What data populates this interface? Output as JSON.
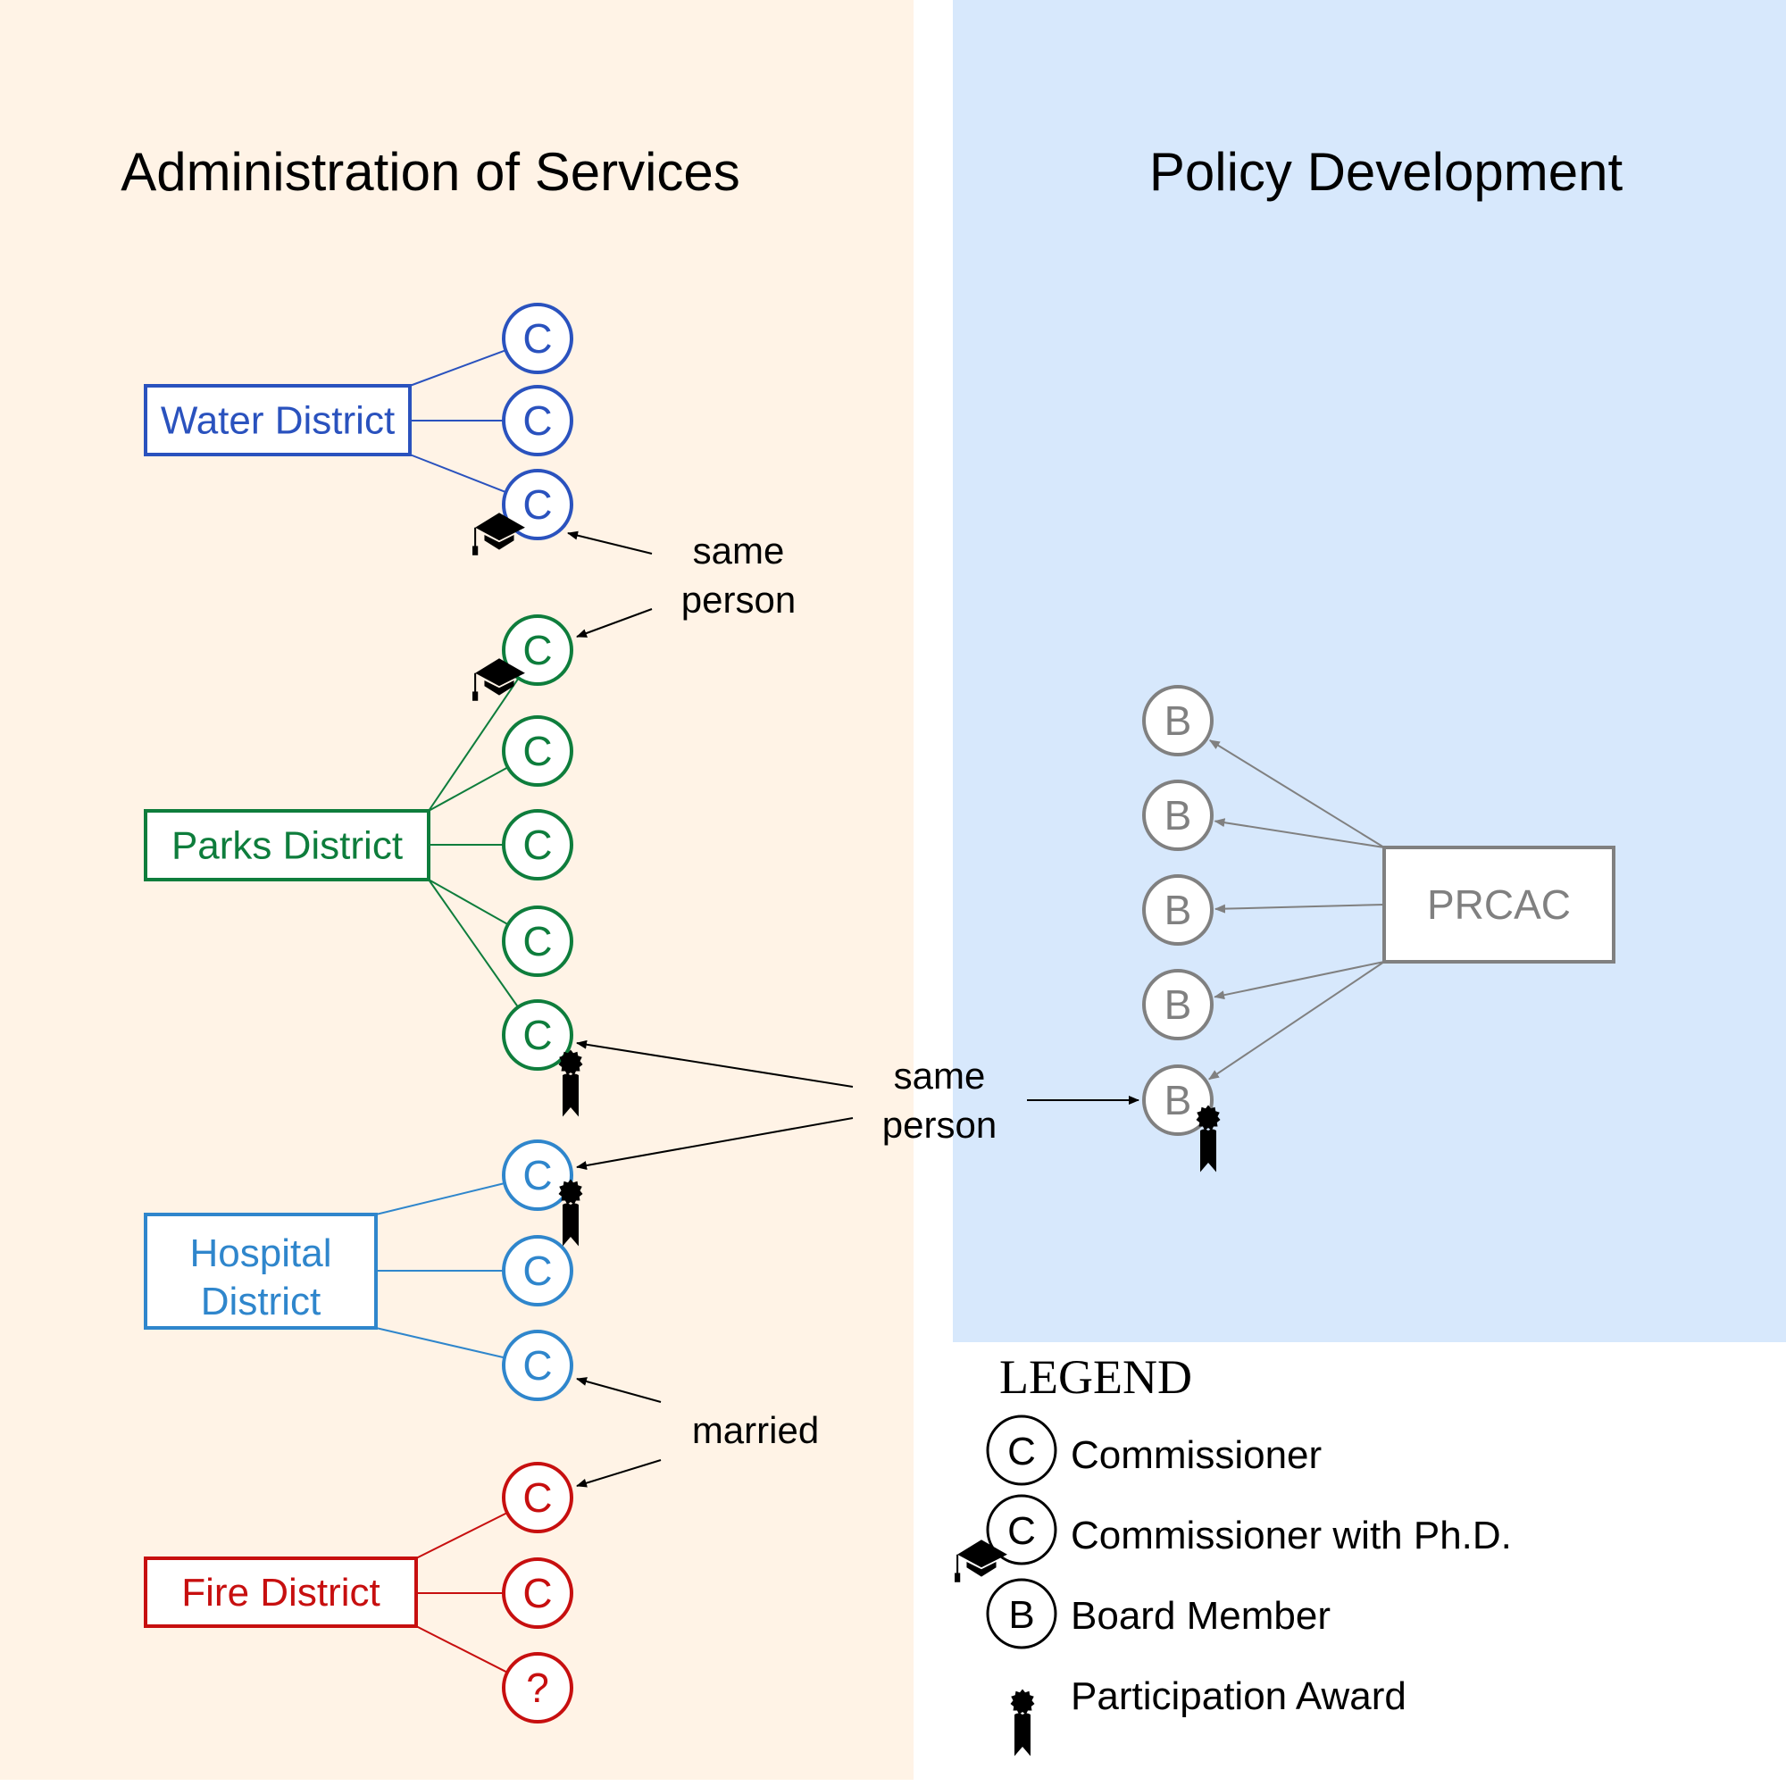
{
  "panels": {
    "left_title": "Administration of Services",
    "right_title": "Policy Development"
  },
  "colors": {
    "left_bg": "#fff3e6",
    "right_bg": "#d7e8fc",
    "water": "#2a52be",
    "parks": "#0e7d3c",
    "hospital": "#2f86cc",
    "fire": "#c70f0f",
    "board": "#808080"
  },
  "districts": [
    {
      "id": "water",
      "label": "Water District",
      "members": [
        "C",
        "C",
        "C"
      ]
    },
    {
      "id": "parks",
      "label": "Parks District",
      "members": [
        "C",
        "C",
        "C",
        "C",
        "C"
      ]
    },
    {
      "id": "hospital",
      "label_lines": [
        "Hospital",
        "District"
      ],
      "members": [
        "C",
        "C",
        "C"
      ]
    },
    {
      "id": "fire",
      "label": "Fire District",
      "members": [
        "C",
        "C",
        "?"
      ]
    }
  ],
  "policy": {
    "org_label": "PRCAC",
    "members": [
      "B",
      "B",
      "B",
      "B",
      "B"
    ]
  },
  "annotations": {
    "same_person_top": [
      "same",
      "person"
    ],
    "same_person_mid": [
      "same",
      "person"
    ],
    "married": "married"
  },
  "legend": {
    "title": "LEGEND",
    "items": [
      {
        "symbol": "C",
        "label": "Commissioner"
      },
      {
        "symbol": "C",
        "label": "Commissioner with Ph.D."
      },
      {
        "symbol": "B",
        "label": "Board Member"
      },
      {
        "symbol": "",
        "label": "Participation Award"
      }
    ]
  }
}
